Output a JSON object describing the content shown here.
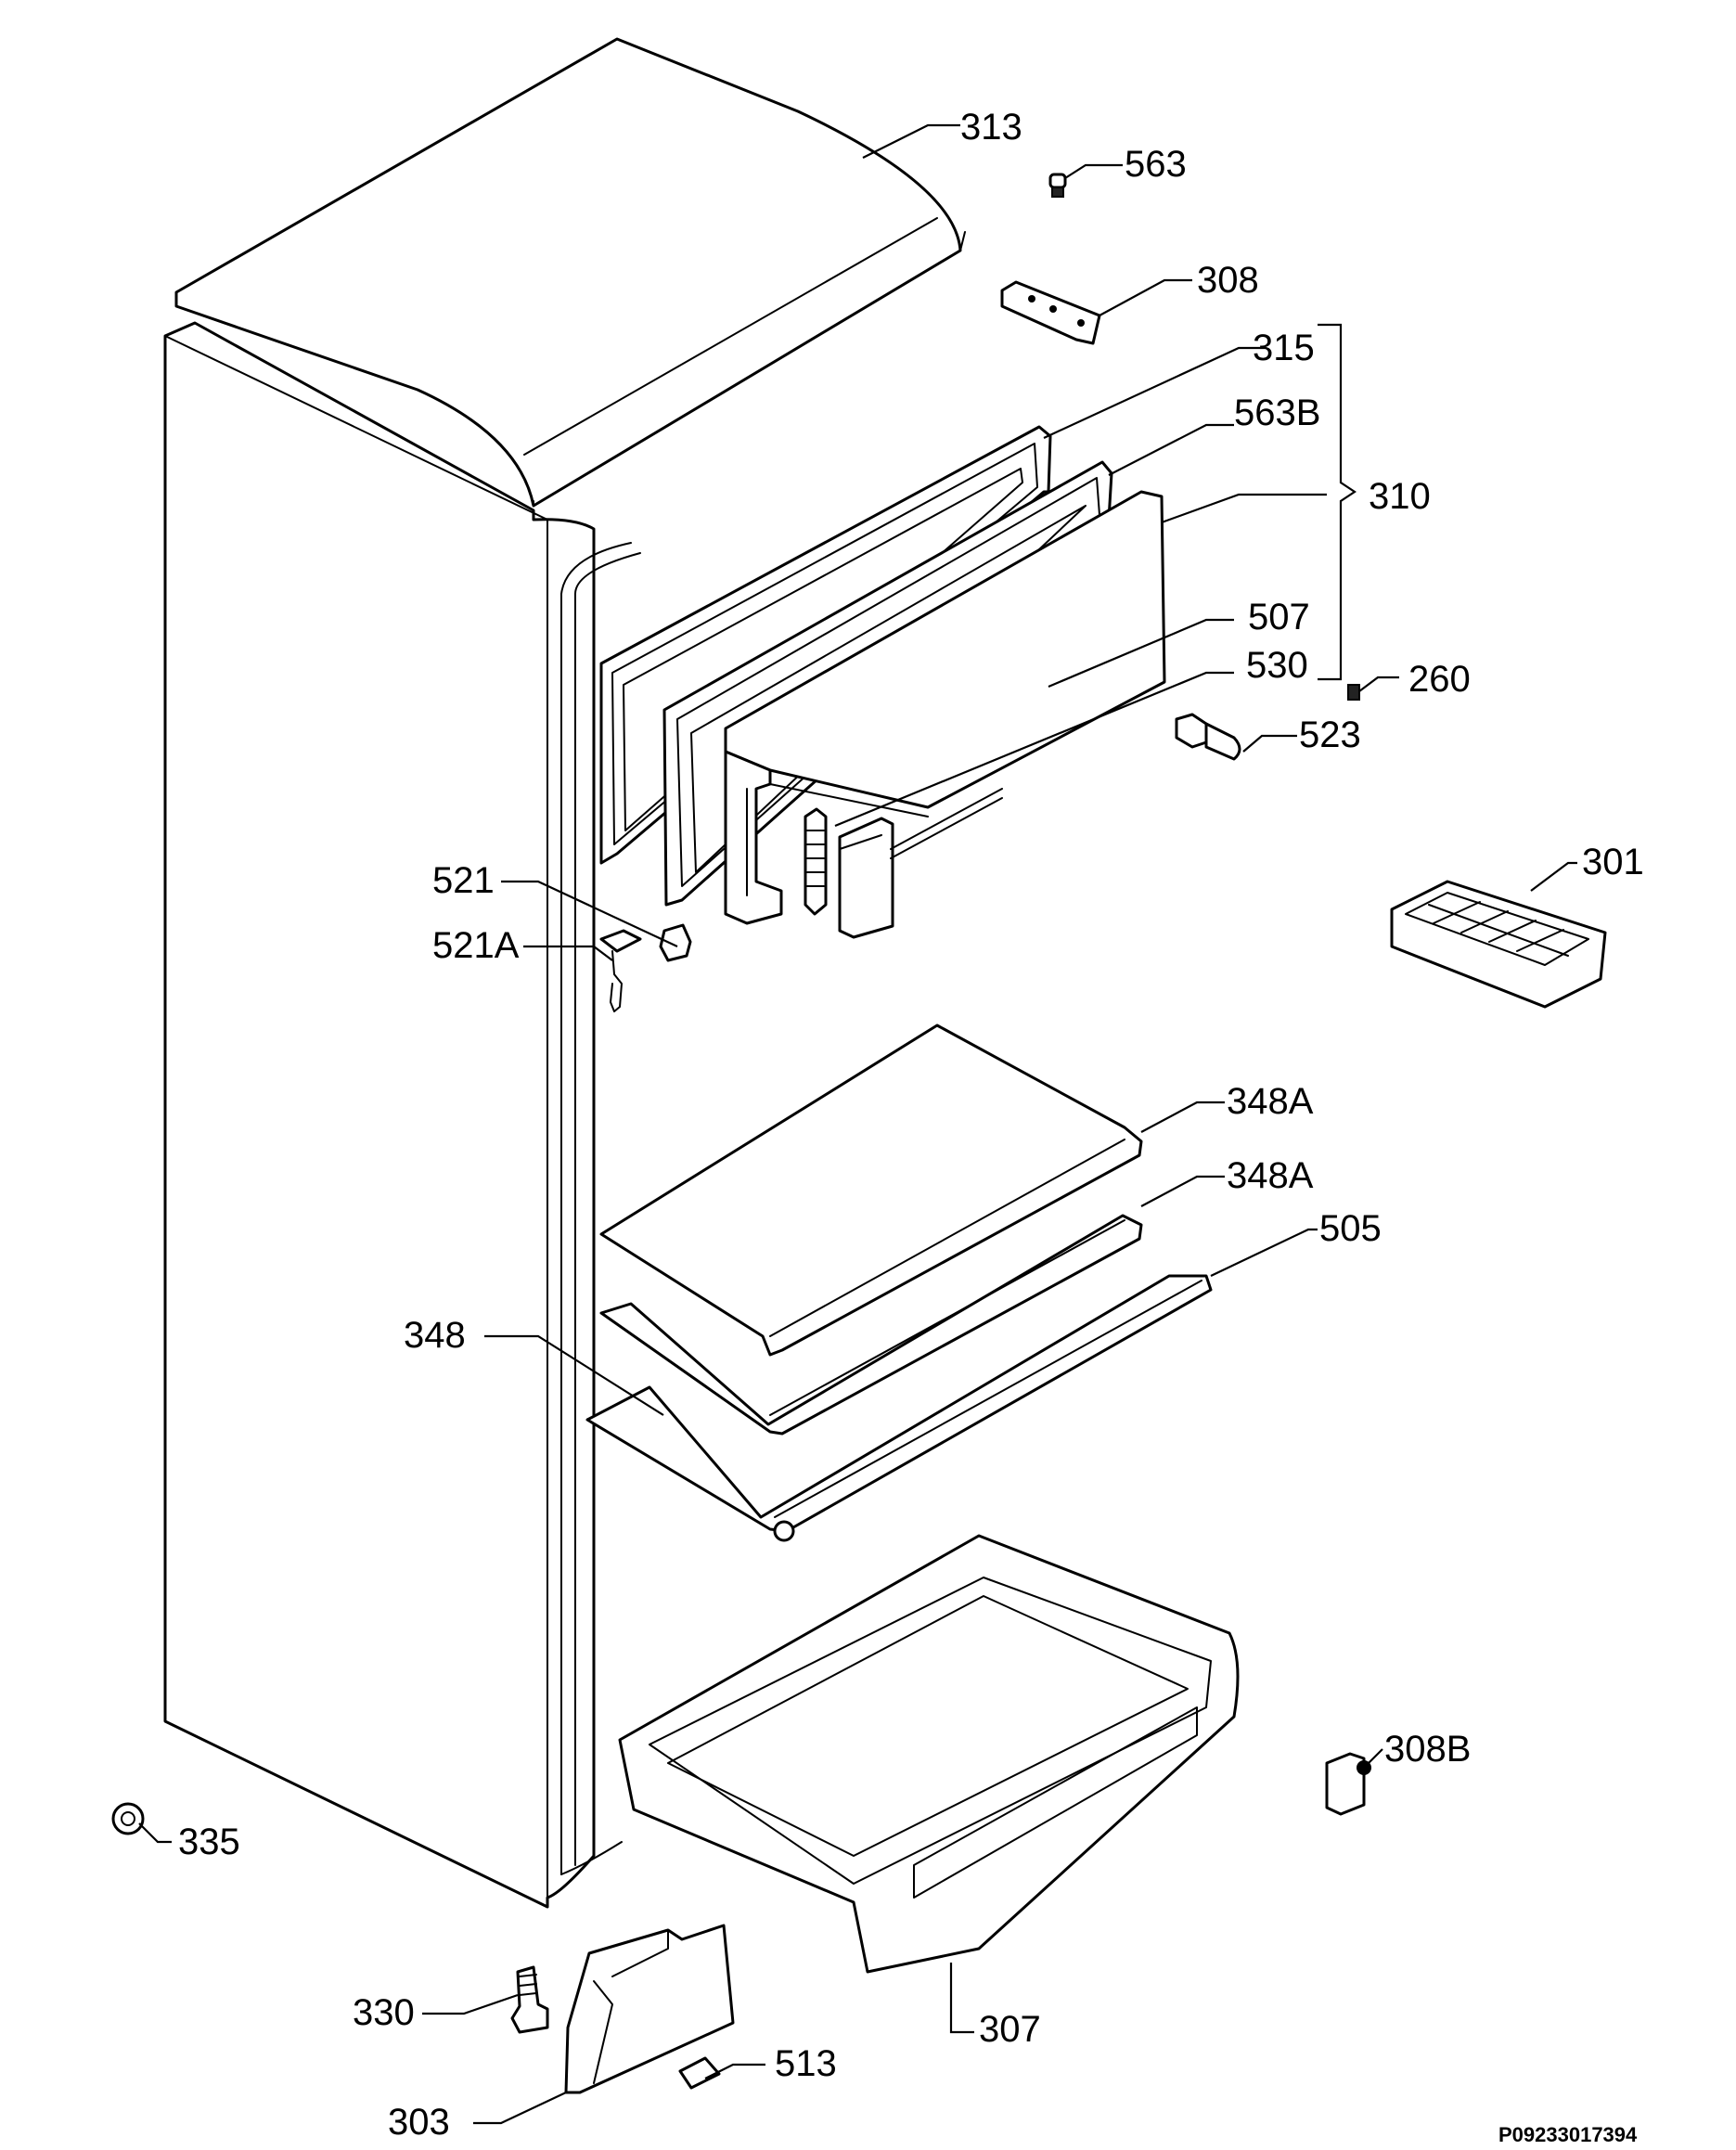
{
  "callouts": {
    "c313": "313",
    "c563": "563",
    "c308": "308",
    "c315": "315",
    "c563b": "563B",
    "c310": "310",
    "c507": "507",
    "c530": "530",
    "c260": "260",
    "c523": "523",
    "c301": "301",
    "c521": "521",
    "c521a": "521A",
    "c348a_1": "348A",
    "c348a_2": "348A",
    "c505": "505",
    "c348": "348",
    "c308b": "308B",
    "c335": "335",
    "c330": "330",
    "c307": "307",
    "c513": "513",
    "c303": "303"
  },
  "drawing_code": "P09233017394"
}
